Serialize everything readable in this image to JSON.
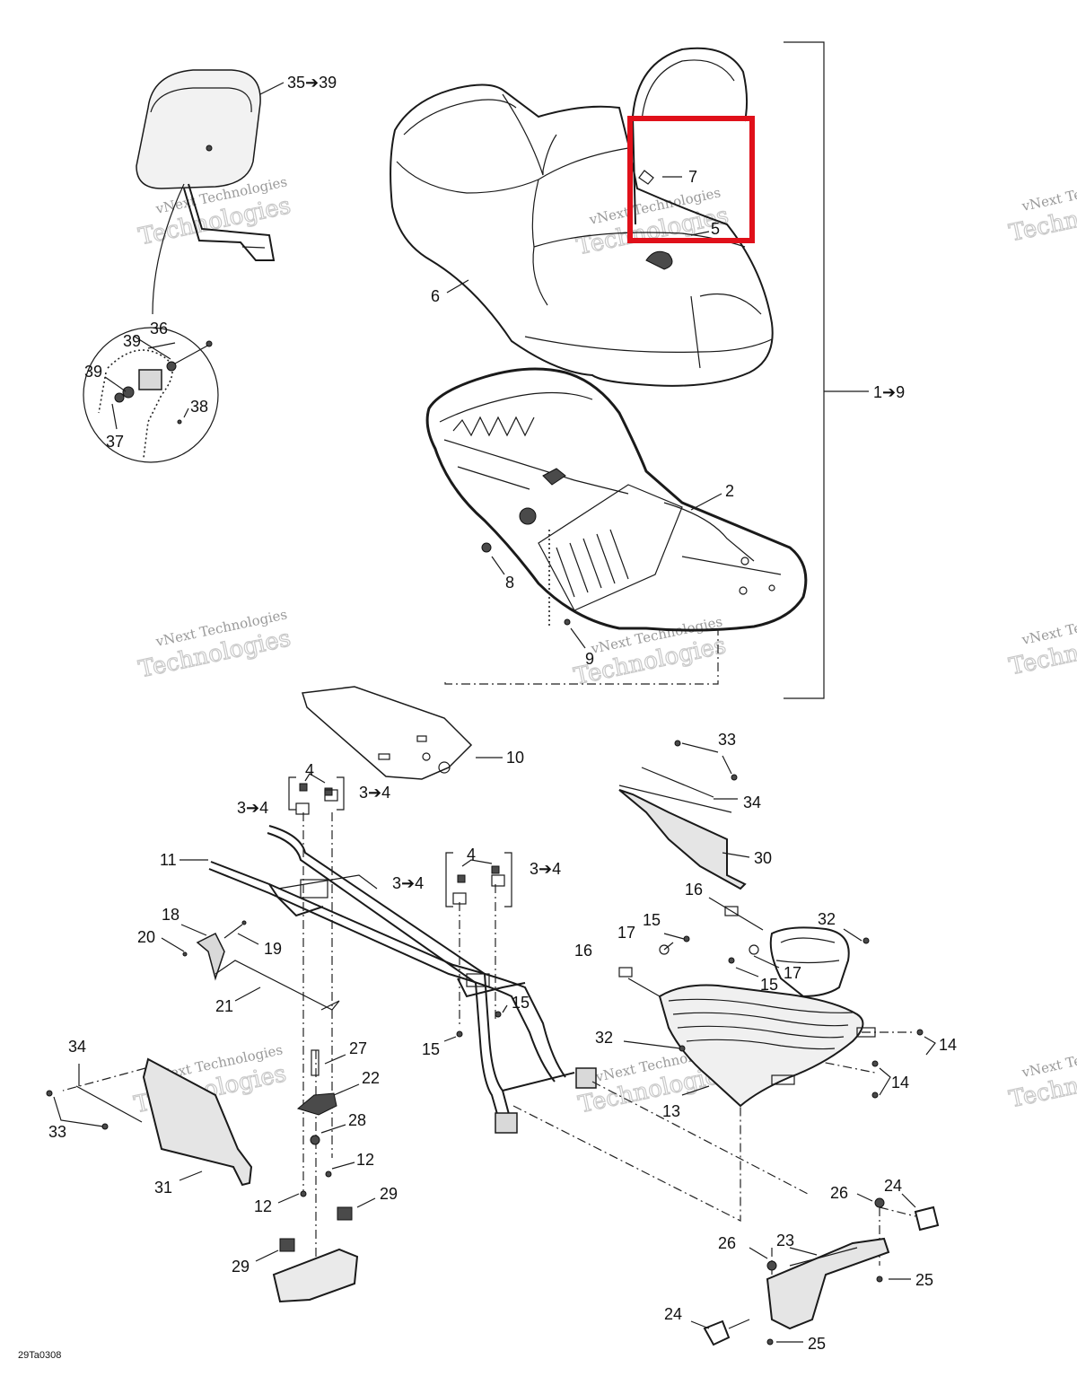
{
  "diagram": {
    "code": "29Ta0308",
    "watermark": {
      "line1": "vNext Technologies",
      "line2": "vNext Technologies",
      "line3": "Technologies"
    },
    "labels": {
      "l35_39": "35➔39",
      "l36": "36",
      "l39a": "39",
      "l39b": "39",
      "l38": "38",
      "l37": "37",
      "l7": "7",
      "l5": "5",
      "l6": "6",
      "l1_9": "1➔9",
      "l2": "2",
      "l8": "8",
      "l9": "9",
      "l10": "10",
      "l33a": "33",
      "l34a": "34",
      "l30": "30",
      "l4a": "4",
      "l3_4a": "3➔4",
      "l3_4b": "3➔4",
      "l4b": "4",
      "l3_4c": "3➔4",
      "l3_4d": "3➔4",
      "l11": "11",
      "l18": "18",
      "l20": "20",
      "l19": "19",
      "l21": "21",
      "l16a": "16",
      "l32a": "32",
      "l15a": "15",
      "l17a": "17",
      "l16b": "16",
      "l17b": "17",
      "l15b": "15",
      "l15c": "15",
      "l15d": "15",
      "l14a": "14",
      "l14b": "14",
      "l32b": "32",
      "l13": "13",
      "l34b": "34",
      "l33b": "33",
      "l31": "31",
      "l27": "27",
      "l22": "22",
      "l28": "28",
      "l12a": "12",
      "l12b": "12",
      "l29a": "29",
      "l29b": "29",
      "l26a": "26",
      "l24a": "24",
      "l23": "23",
      "l26b": "26",
      "l25a": "25",
      "l24b": "24",
      "l25b": "25"
    },
    "highlight_color": "#e0101a"
  }
}
